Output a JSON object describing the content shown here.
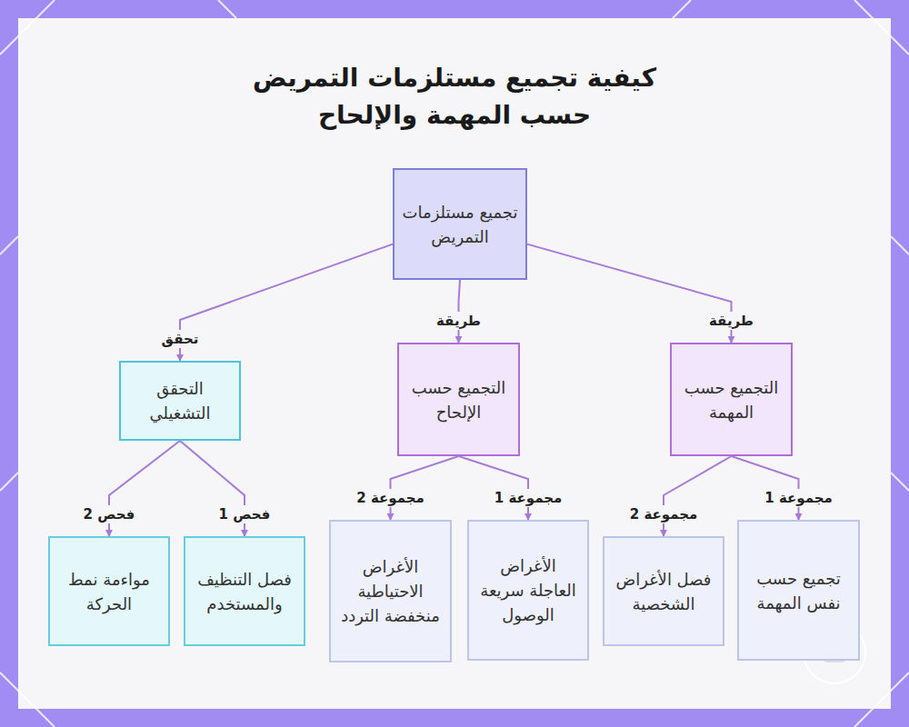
{
  "diagram": {
    "title": "كيفية تجميع مستلزمات التمريض حسب المهمة والإلحاح",
    "nodes": [
      {
        "text": [
          "تجميع مستلزمات التمريض"
        ]
      },
      {
        "text": [
          "التجميع حسب المهمة"
        ]
      },
      {
        "text": [
          "التجميع حسب الإلحاح"
        ]
      },
      {
        "text": [
          "التحقق التشغيلي"
        ]
      },
      {
        "text": [
          "تجميع حسب نفس المهمة"
        ]
      },
      {
        "text": [
          "فصل الأغراض الشخصية"
        ]
      },
      {
        "text": [
          "الأغراض العاجلة سريعة الوصول"
        ]
      },
      {
        "text": [
          "الأغراض الاحتياطية منخفضة التردد"
        ]
      },
      {
        "text": [
          "فصل التنظيف والمستخدم"
        ]
      },
      {
        "text": [
          "مواءمة نمط الحركة"
        ]
      }
    ],
    "edges": [
      {
        "from": 0,
        "to": 1,
        "label": "طريقة",
        "arrow": "to"
      },
      {
        "from": 0,
        "to": 2,
        "label": "طريقة",
        "arrow": "to"
      },
      {
        "from": 0,
        "to": 3,
        "label": "تحقق",
        "arrow": "to"
      },
      {
        "from": 1,
        "to": 4,
        "label": "مجموعة 1",
        "arrow": "to"
      },
      {
        "from": 1,
        "to": 5,
        "label": "مجموعة 2",
        "arrow": "to"
      },
      {
        "from": 2,
        "to": 6,
        "label": "مجموعة 1",
        "arrow": "to"
      },
      {
        "from": 2,
        "to": 7,
        "label": "مجموعة 2",
        "arrow": "to"
      },
      {
        "from": 3,
        "to": 8,
        "label": "فحص 1",
        "arrow": "to"
      },
      {
        "from": 3,
        "to": 9,
        "label": "فحص 2",
        "arrow": "to"
      }
    ]
  }
}
